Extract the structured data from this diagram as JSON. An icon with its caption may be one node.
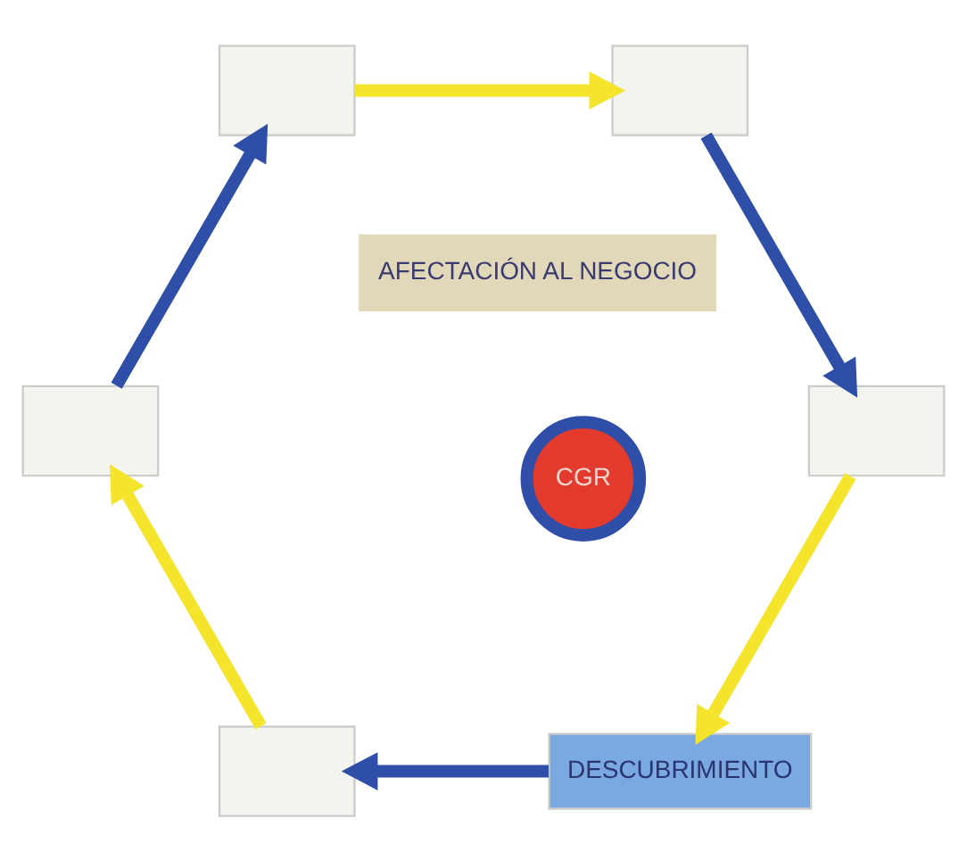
{
  "diagram": {
    "nodes": [
      {
        "text": [
          "DESCUBRIMIENTO"
        ]
      },
      {
        "text": [
          "CGR"
        ]
      },
      {
        "text": [
          "AFECTACIÓN AL NEGOCIO"
        ]
      },
      {
        "text": [],
        "shape": "box"
      },
      {
        "text": [],
        "shape": "box"
      },
      {
        "text": [],
        "shape": "box"
      },
      {
        "text": [],
        "shape": "box"
      },
      {
        "text": [],
        "shape": "box"
      }
    ],
    "edges": [
      {
        "from": 0,
        "to": 3,
        "arrow": "to",
        "color": "#2f4ea8"
      },
      {
        "from": 3,
        "to": 4,
        "arrow": "to",
        "color": "#f4e52c"
      },
      {
        "from": 4,
        "to": 5,
        "arrow": "to",
        "color": "#2f4ea8"
      },
      {
        "from": 5,
        "to": 6,
        "arrow": "to",
        "color": "#f4e52c"
      },
      {
        "from": 6,
        "to": 7,
        "arrow": "to",
        "color": "#2f4ea8"
      },
      {
        "from": 7,
        "to": 0,
        "arrow": "to",
        "color": "#f4e52c"
      }
    ]
  }
}
